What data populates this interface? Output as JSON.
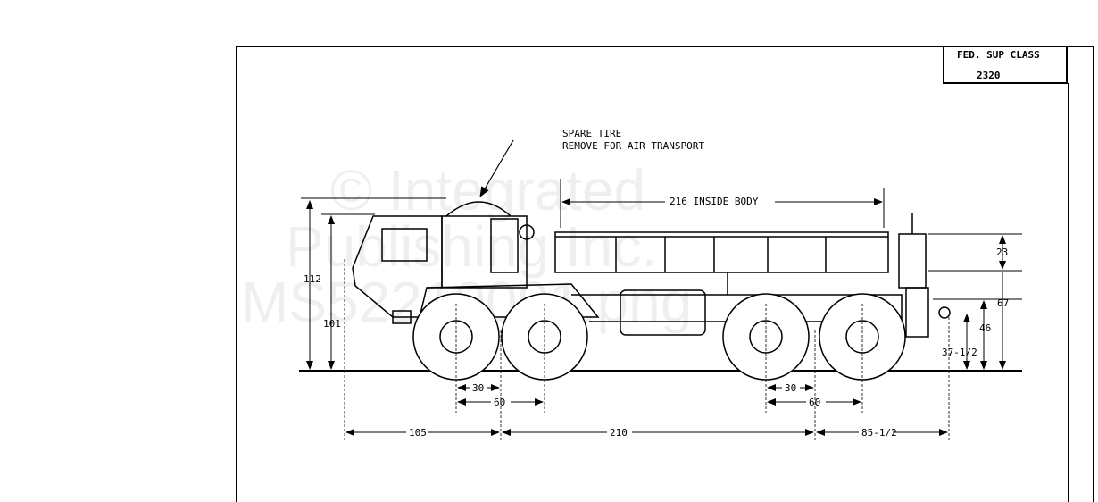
{
  "class_box": {
    "label": "FED. SUP CLASS",
    "value": "2320"
  },
  "callout": {
    "line1": "SPARE TIRE",
    "line2": "REMOVE FOR AIR TRANSPORT"
  },
  "dimensions": {
    "inside_body": "216 INSIDE BODY",
    "overall_height": "112",
    "cab_height": "101",
    "body_side": "23",
    "deck_height": "67",
    "pintle_height": "46",
    "tow_height": "37-1/2",
    "front_tandem_spacing": "30",
    "front_tandem_60": "60",
    "rear_tandem_spacing": "30",
    "rear_tandem_60": "60",
    "front_overhang": "105",
    "wheelbase": "210",
    "rear_overhang": "85-1/2"
  },
  "watermark": {
    "line1": "© Integrated",
    "line2": "Publishing Inc.",
    "line3": "MS52210001.png"
  }
}
